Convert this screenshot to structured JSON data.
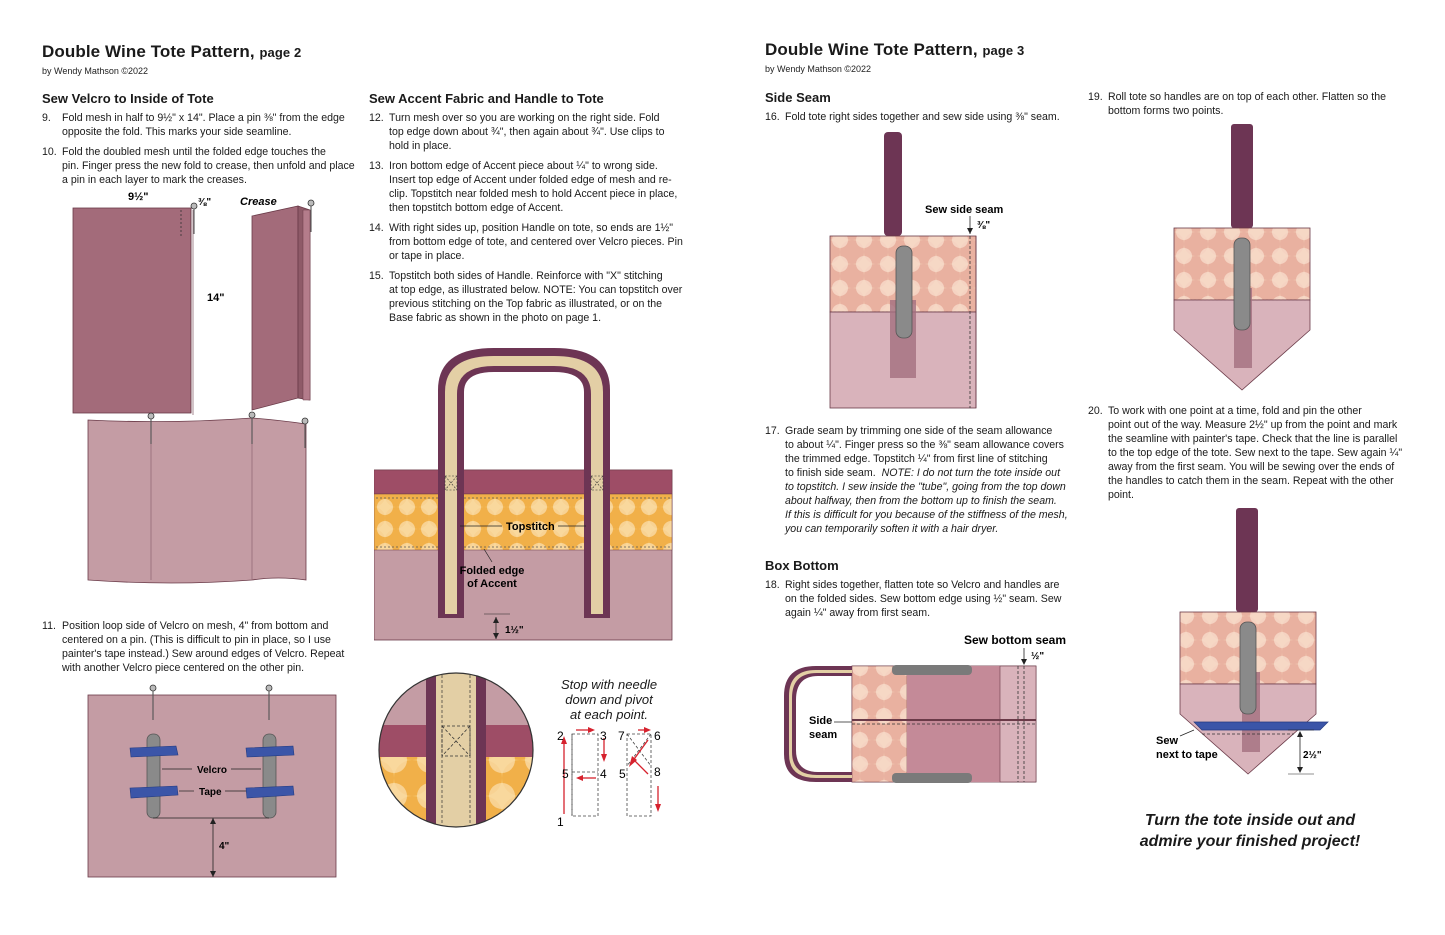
{
  "left": {
    "title": "Double Wine Tote Pattern,",
    "page": "page 2",
    "byline": "by Wendy Mathson ©2022",
    "section1": {
      "heading": "Sew Velcro to Inside of Tote",
      "steps": [
        {
          "num": "9.",
          "text": "Fold mesh in half to 9½\" x 14\".  Place a pin ⅜\" from the edge",
          "cont": "opposite the fold. This marks your side seamline."
        },
        {
          "num": "10.",
          "text": "Fold the doubled mesh until the folded edge touches the",
          "cont": "pin. Finger press the new fold to crease, then unfold and place a pin in each layer to mark the creases."
        }
      ],
      "fig_labels": {
        "w": "9½\"",
        "pin": "⅜\"",
        "crease": "Crease",
        "h": "14\""
      },
      "step11": {
        "num": "11.",
        "text": "Position loop side of Velcro on mesh, 4\" from bottom and",
        "cont": "centered on a pin. (This is difficult to pin in place, so I use painter's tape instead.) Sew around edges of Velcro. Repeat with another Velcro piece centered on the other pin."
      },
      "velcro_labels": {
        "velcro": "Velcro",
        "tape": "Tape",
        "dist": "4\""
      }
    },
    "section2": {
      "heading": "Sew Accent Fabric and Handle to Tote",
      "steps": [
        {
          "num": "12.",
          "text": "Turn mesh over so you are working on the right side. Fold",
          "cont": "top edge down about ¾\", then again about ¾\". Use clips to hold in place."
        },
        {
          "num": "13.",
          "text": "Iron bottom edge of Accent piece about ¼\" to wrong side.",
          "cont": "Insert top edge of Accent under folded edge of mesh and re-clip. Topstitch near folded mesh to hold Accent piece in place, then topstitch bottom edge of Accent."
        },
        {
          "num": "14.",
          "text": "With right sides up, position Handle on tote, so ends are 1½\"",
          "cont": "from bottom edge of tote, and centered over Velcro pieces. Pin or tape in place."
        },
        {
          "num": "15.",
          "text": "Topstitch both sides of Handle. Reinforce with  \"X\" stitching",
          "cont": "at top edge, as illustrated below.  NOTE: You can topstitch over previous stitching on the Top fabric as illustrated, or on the Base fabric as shown in the photo on page 1."
        }
      ],
      "labels": {
        "topstitch": "Topstitch",
        "folded1": "Folded edge",
        "folded2": "of Accent",
        "dist": "1½\""
      },
      "pivot_note": [
        "Stop with needle",
        "down and pivot",
        "at each point."
      ],
      "pivot_nums": [
        "2",
        "3",
        "7",
        "6",
        "5",
        "4",
        "5",
        "8",
        "1"
      ]
    }
  },
  "right": {
    "title": "Double Wine Tote Pattern,",
    "page": "page 3",
    "byline": "by Wendy Mathson ©2022",
    "side_seam": {
      "heading": "Side Seam",
      "step16": {
        "num": "16.",
        "text": "Fold tote right sides together and sew side using ⅜\" seam."
      },
      "labels": {
        "sew": "Sew side seam",
        "dist": "⅜\""
      },
      "step17": {
        "num": "17.",
        "text": "Grade seam by trimming one side of the seam allowance",
        "lines": [
          "to about ¼\".  Finger press so the ⅜\" seam allowance covers",
          "the trimmed edge.  Topstitch ¼\" from first line of stitching",
          "to finish side seam."
        ],
        "note_lines": [
          "NOTE: I do not turn the tote inside out",
          "to topstitch.  I sew inside the \"tube\", going from the top down",
          "about halfway, then from the bottom up to finish the seam.",
          "If this is difficult for you because of the stiffness of the mesh,",
          "you can temporarily soften it with a hair dryer."
        ]
      }
    },
    "box_bottom": {
      "heading": "Box Bottom",
      "step18": {
        "num": "18.",
        "text": "Right sides together, flatten tote so Velcro and handles are",
        "cont": "on the folded sides. Sew bottom edge using ½\" seam. Sew again ¼\" away from first seam."
      },
      "labels": {
        "sew": "Sew bottom seam",
        "dist": "½\"",
        "side1": "Side",
        "side2": "seam"
      }
    },
    "step19": {
      "num": "19.",
      "text": "Roll tote so handles are on top of each other.  Flatten so the",
      "cont": "bottom forms two points."
    },
    "step20": {
      "num": "20.",
      "text": "To work with one point at a time, fold and pin the other",
      "cont": "point out of the way. Measure 2½\" up from the point and mark the seamline with painter's tape. Check that the line is parallel to the top edge of the tote. Sew next to the tape. Sew again ¼\" away from the first seam. You will be sewing over the ends of the handles to catch them in the seam. Repeat with the other point."
    },
    "labels20": {
      "sew1": "Sew",
      "sew2": "next to tape",
      "dist": "2½\""
    },
    "final": [
      "Turn the tote inside out and",
      "admire your finished project!"
    ]
  },
  "colors": {
    "mesh": "#a36b7a",
    "mesh_light": "#c49ca4",
    "handle_dark": "#6d3554",
    "handle_fill": "#e3cfa5",
    "tape": "#3b55a8",
    "velcro": "#8a8a8a",
    "accent_orange": "#f2b24a",
    "accent_pink": "#e9b9a6",
    "red_arrow": "#d6222e"
  }
}
